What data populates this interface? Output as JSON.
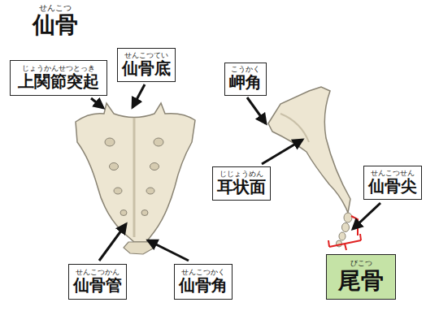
{
  "diagram": {
    "title": "仙骨",
    "nodes": [
      {
        "text": [
          "せんこつてい",
          "仙骨底"
        ]
      },
      {
        "text": [
          "じょうかんせつとっき",
          "上関節突起"
        ]
      },
      {
        "text": [
          "こうかく",
          "岬角"
        ]
      },
      {
        "text": [
          "じじょうめん",
          "耳状面"
        ]
      },
      {
        "text": [
          "せんこつせん",
          "仙骨尖"
        ]
      },
      {
        "text": [
          "せんこつかん",
          "仙骨管"
        ]
      },
      {
        "text": [
          "せんこつかく",
          "仙骨角"
        ]
      },
      {
        "text": [
          "びこつ",
          "尾骨"
        ]
      }
    ],
    "labels": [
      "せんこつ"
    ]
  }
}
